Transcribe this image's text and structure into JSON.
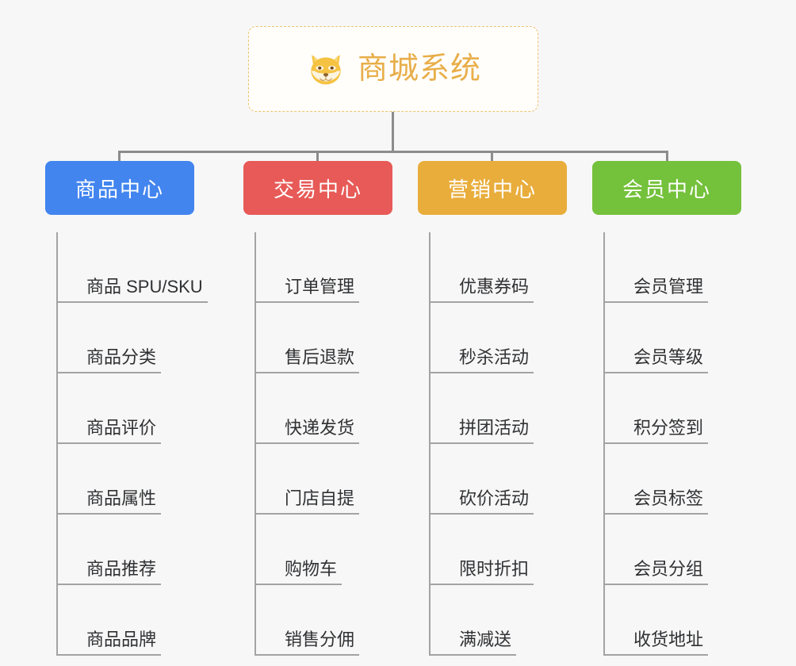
{
  "root": {
    "title": "商城系统",
    "icon": "shiba-inu-dog-face-icon",
    "title_color": "#e8ae4a",
    "border_color": "#f0c070"
  },
  "canvas": {
    "background": "#f7f7f7",
    "connector_color": "#8c8c8c",
    "leaf_rule_color": "#a3a3a3",
    "leaf_text_color": "#303133"
  },
  "columns": [
    {
      "id": "product-center",
      "label": "商品中心",
      "color": "#4285ef",
      "items": [
        "商品 SPU/SKU",
        "商品分类",
        "商品评价",
        "商品属性",
        "商品推荐",
        "商品品牌"
      ]
    },
    {
      "id": "trade-center",
      "label": "交易中心",
      "color": "#e75a57",
      "items": [
        "订单管理",
        "售后退款",
        "快递发货",
        "门店自提",
        "购物车",
        "销售分佣"
      ]
    },
    {
      "id": "marketing-center",
      "label": "营销中心",
      "color": "#e9ad3c",
      "items": [
        "优惠券码",
        "秒杀活动",
        "拼团活动",
        "砍价活动",
        "限时折扣",
        "满减送"
      ]
    },
    {
      "id": "member-center",
      "label": "会员中心",
      "color": "#74c13b",
      "items": [
        "会员管理",
        "会员等级",
        "积分签到",
        "会员标签",
        "会员分组",
        "收货地址"
      ]
    }
  ]
}
